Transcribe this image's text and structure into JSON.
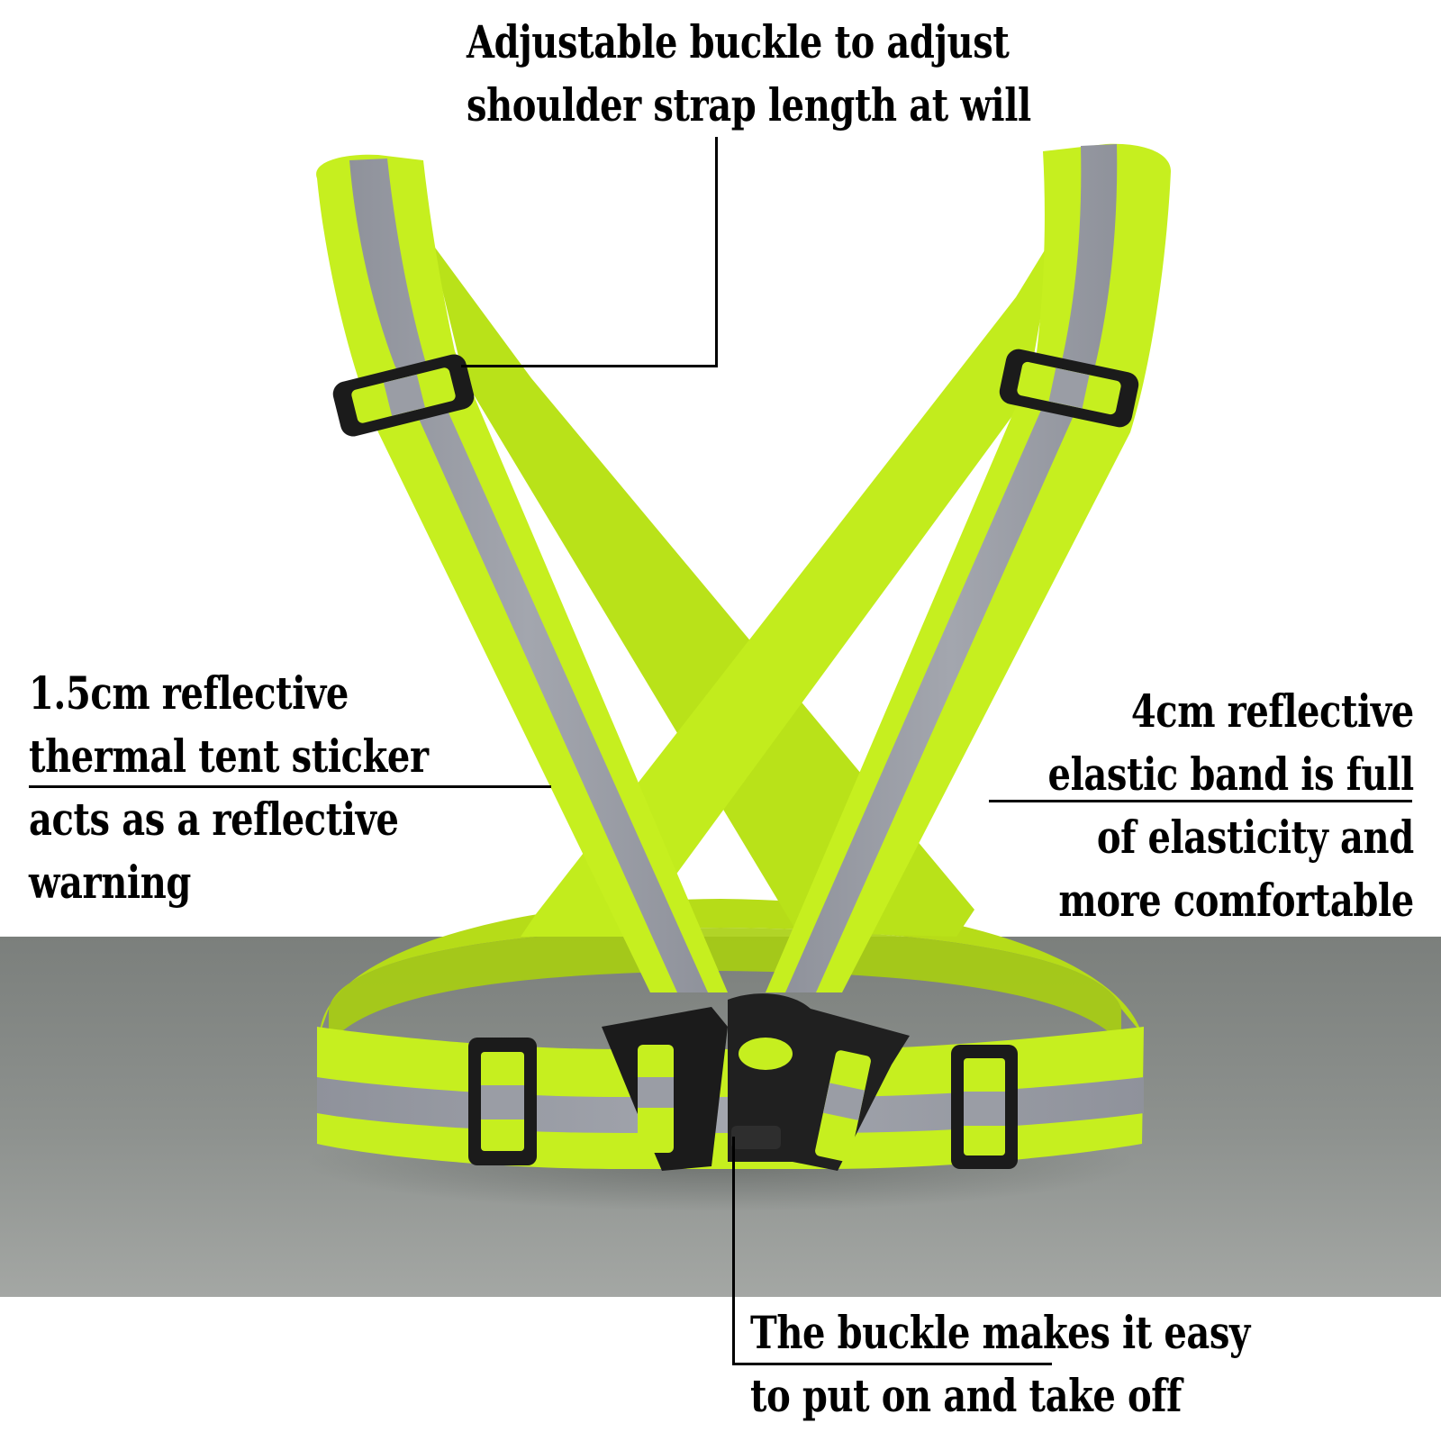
{
  "colors": {
    "strap_green": "#c4ee1e",
    "reflective_stripe": "#9597a0",
    "floor_gray": "#8a8e8b",
    "buckle_black": "#1b1b1b",
    "text": "#000000"
  },
  "callouts": {
    "top": {
      "line1": "Adjustable buckle to adjust",
      "line2": "shoulder strap length at will"
    },
    "left": {
      "line1": "1.5cm reflective",
      "line2": "thermal tent sticker",
      "line3": "acts as a reflective",
      "line4": "warning"
    },
    "right": {
      "line1": "4cm reflective",
      "line2": "elastic band is full",
      "line3": "of elasticity and",
      "line4": "more comfortable"
    },
    "bottom": {
      "line1": "The buckle makes it easy",
      "line2": "to put on and take off"
    }
  },
  "icons": {
    "product": "reflective-safety-vest-straps",
    "strap_adjuster": "slide-buckle",
    "center_clasp": "side-release-buckle"
  }
}
